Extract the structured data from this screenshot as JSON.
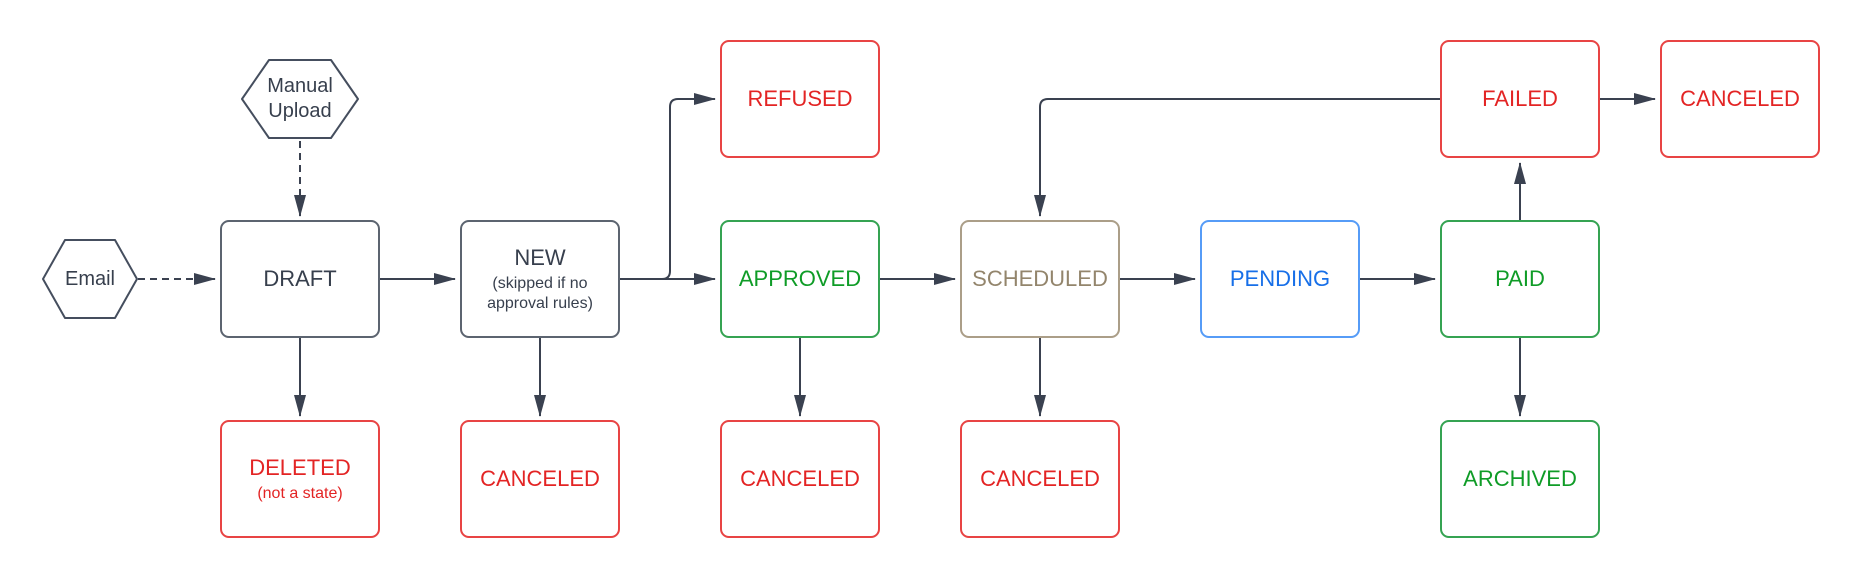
{
  "diagram_kind": "state-flowchart",
  "colors": {
    "background": "#ffffff",
    "connector": "#3a4150",
    "neutral_border": "#5c6470",
    "neutral_text": "#373f4d",
    "red_border": "#e84444",
    "red_text": "#e32424",
    "green_border": "#35a352",
    "green_text": "#0f9c27",
    "tan_border": "#ab9e88",
    "tan_text": "#93856c",
    "blue_border": "#569cf7",
    "blue_text": "#176fe8"
  },
  "nodes": {
    "manual_upload": {
      "label": "Manual Upload",
      "shape": "hexagon",
      "color": "neutral"
    },
    "email": {
      "label": "Email",
      "shape": "hexagon",
      "color": "neutral"
    },
    "draft": {
      "label": "DRAFT",
      "shape": "rect",
      "color": "neutral"
    },
    "new": {
      "label": "NEW",
      "sublabel": "(skipped if no approval rules)",
      "shape": "rect",
      "color": "neutral"
    },
    "refused": {
      "label": "REFUSED",
      "shape": "rect",
      "color": "red"
    },
    "approved": {
      "label": "APPROVED",
      "shape": "rect",
      "color": "green"
    },
    "scheduled": {
      "label": "SCHEDULED",
      "shape": "rect",
      "color": "tan"
    },
    "pending": {
      "label": "PENDING",
      "shape": "rect",
      "color": "blue"
    },
    "paid": {
      "label": "PAID",
      "shape": "rect",
      "color": "green"
    },
    "failed": {
      "label": "FAILED",
      "shape": "rect",
      "color": "red"
    },
    "canceled_after_failed": {
      "label": "CANCELED",
      "shape": "rect",
      "color": "red"
    },
    "deleted": {
      "label": "DELETED",
      "sublabel": "(not a state)",
      "shape": "rect",
      "color": "red"
    },
    "canceled_from_new": {
      "label": "CANCELED",
      "shape": "rect",
      "color": "red"
    },
    "canceled_from_approved": {
      "label": "CANCELED",
      "shape": "rect",
      "color": "red"
    },
    "canceled_from_scheduled": {
      "label": "CANCELED",
      "shape": "rect",
      "color": "red"
    },
    "archived": {
      "label": "ARCHIVED",
      "shape": "rect",
      "color": "green"
    }
  },
  "edges": [
    {
      "from": "manual_upload",
      "to": "draft",
      "style": "dashed"
    },
    {
      "from": "email",
      "to": "draft",
      "style": "dashed"
    },
    {
      "from": "draft",
      "to": "new",
      "style": "solid"
    },
    {
      "from": "new",
      "to": "refused",
      "style": "solid"
    },
    {
      "from": "new",
      "to": "approved",
      "style": "solid"
    },
    {
      "from": "approved",
      "to": "scheduled",
      "style": "solid"
    },
    {
      "from": "scheduled",
      "to": "pending",
      "style": "solid"
    },
    {
      "from": "pending",
      "to": "paid",
      "style": "solid"
    },
    {
      "from": "paid",
      "to": "failed",
      "style": "solid"
    },
    {
      "from": "failed",
      "to": "scheduled",
      "style": "solid"
    },
    {
      "from": "failed",
      "to": "canceled_after_failed",
      "style": "solid"
    },
    {
      "from": "draft",
      "to": "deleted",
      "style": "solid"
    },
    {
      "from": "new",
      "to": "canceled_from_new",
      "style": "solid"
    },
    {
      "from": "approved",
      "to": "canceled_from_approved",
      "style": "solid"
    },
    {
      "from": "scheduled",
      "to": "canceled_from_scheduled",
      "style": "solid"
    },
    {
      "from": "paid",
      "to": "archived",
      "style": "solid"
    }
  ]
}
